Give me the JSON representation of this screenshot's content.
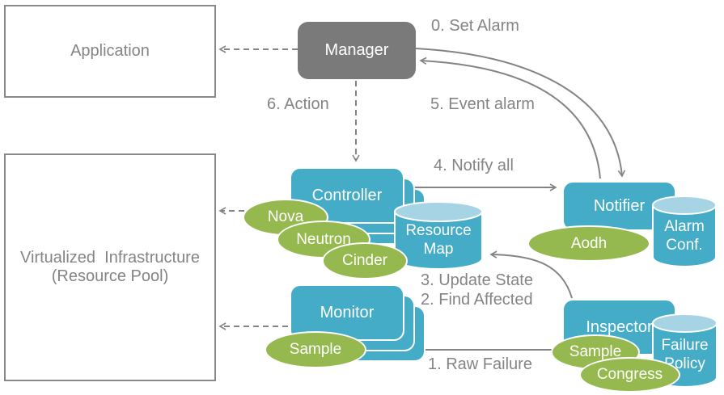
{
  "colors": {
    "teal": "#45acc8",
    "teal_light": "#a7d4e4",
    "green": "#95b94f",
    "node_gray": "#7a7a7a",
    "line_gray": "#808080",
    "text_gray": "#848484"
  },
  "boxes": {
    "application": {
      "label": "Application"
    },
    "infrastructure": {
      "line1": "Virtualized  Infrastructure",
      "line2": "(Resource Pool)"
    }
  },
  "nodes": {
    "manager": "Manager",
    "controller": "Controller",
    "monitor": "Monitor",
    "notifier": "Notifier",
    "inspector": "Inspector"
  },
  "datastores": {
    "resource_map": {
      "line1": "Resource",
      "line2": "Map"
    },
    "alarm_conf": {
      "line1": "Alarm",
      "line2": "Conf."
    },
    "failure_policy": {
      "line1": "Failure",
      "line2": "Policy"
    }
  },
  "plugins": {
    "nova": "Nova",
    "neutron": "Neutron",
    "cinder": "Cinder",
    "sample_monitor": "Sample",
    "aodh": "Aodh",
    "sample_inspector": "Sample",
    "congress": "Congress"
  },
  "steps": {
    "step0": "0. Set Alarm",
    "step1": "1. Raw Failure",
    "step2": "2. Find Affected",
    "step3": "3. Update State",
    "step4": "4. Notify all",
    "step5": "5. Event alarm",
    "step6": "6. Action"
  }
}
